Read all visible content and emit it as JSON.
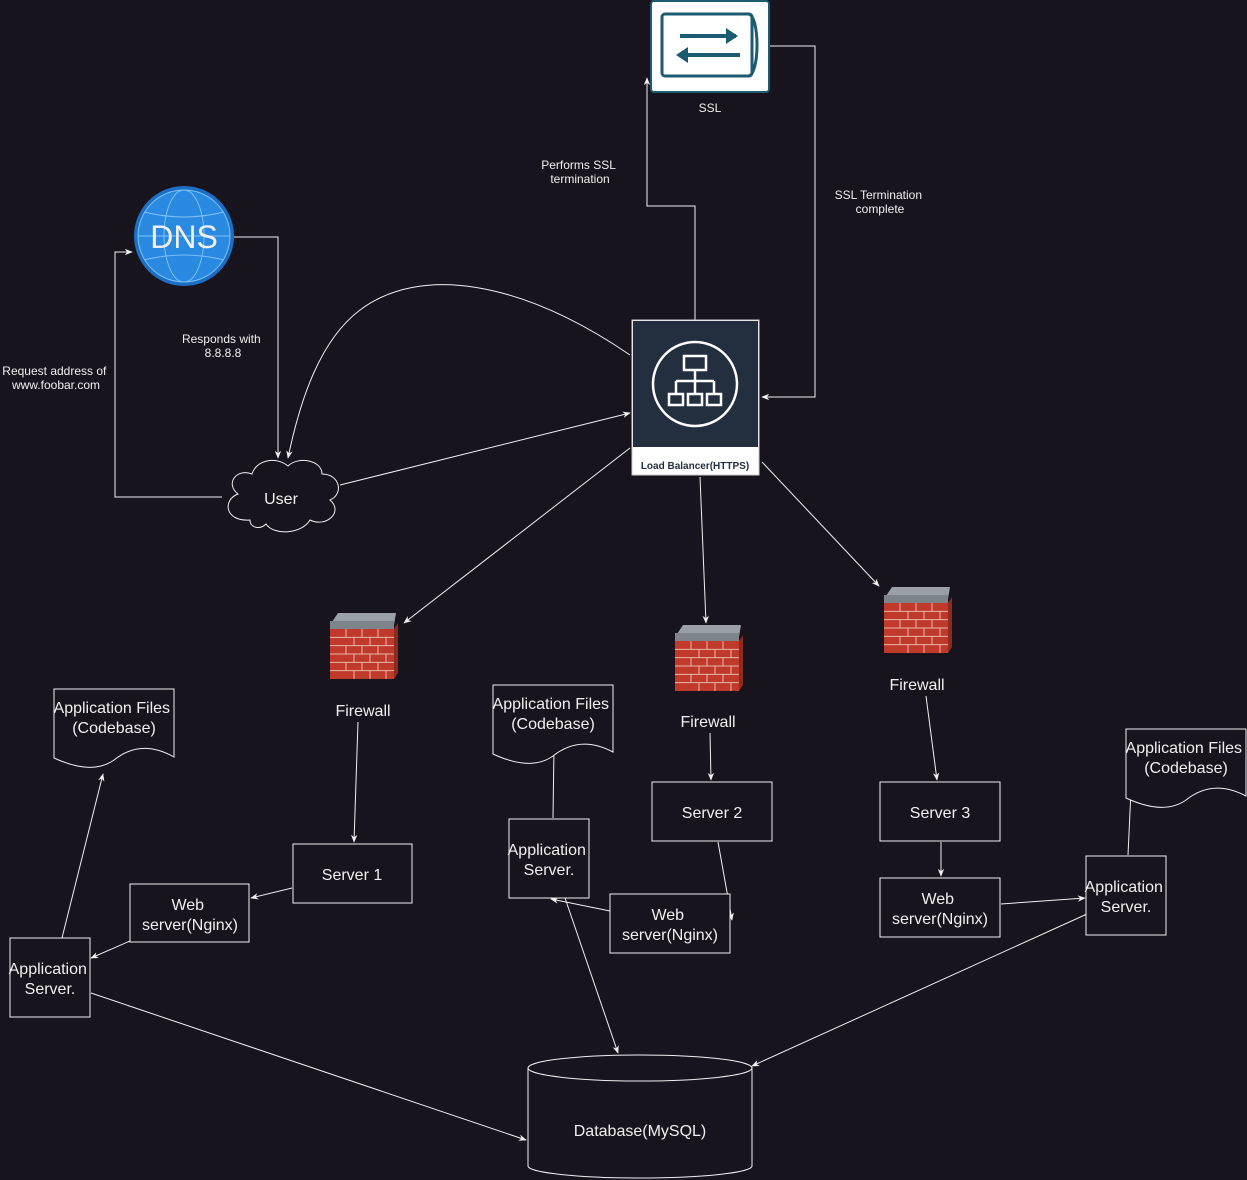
{
  "nodes": {
    "ssl": "SSL",
    "dns": "DNS",
    "load_balancer": "Load Balancer(HTTPS)",
    "user": "User",
    "firewall_1": "Firewall",
    "firewall_2": "Firewall",
    "firewall_3": "Firewall",
    "server_1": "Server 1",
    "server_2": "Server 2",
    "server_3": "Server 3",
    "web_server_1": [
      "Web",
      "server(Nginx)"
    ],
    "web_server_2": [
      "Web",
      "server(Nginx)"
    ],
    "web_server_3": [
      "Web",
      "server(Nginx)"
    ],
    "app_server_1": [
      "Application",
      "Server."
    ],
    "app_server_2": [
      "Application",
      "Server."
    ],
    "app_server_3": [
      "Application",
      "Server."
    ],
    "app_files_1": [
      "Application Files",
      "(Codebase)"
    ],
    "app_files_2": [
      "Application Files",
      "(Codebase)"
    ],
    "app_files_3": [
      "Application Files",
      "(Codebase)"
    ],
    "database": "Database(MySQL)"
  },
  "edge_labels": {
    "performs_ssl": [
      "Performs SSL",
      "termination"
    ],
    "ssl_complete": [
      "SSL Termination",
      "complete"
    ],
    "responds_with": [
      "Responds with",
      "8.8.8.8"
    ],
    "request_address": [
      "Request address of",
      "www.foobar.com"
    ]
  },
  "colors": {
    "background": "#18141d",
    "stroke": "#f0f0f0",
    "dns_blue": "#1e7fd8",
    "firewall_brick": "#c0392b",
    "lb_fill": "#232f3e",
    "ssl_teal": "#1d5b73"
  }
}
